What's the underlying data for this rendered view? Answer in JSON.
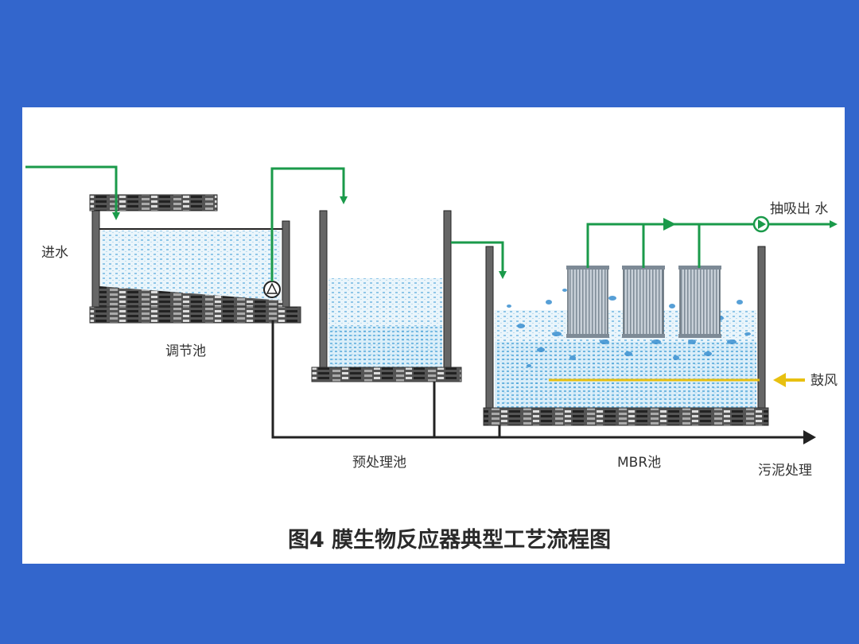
{
  "labels": {
    "inflow": "进水",
    "equalization_tank": "调节池",
    "pretreatment_tank": "预处理池",
    "mbr_tank": "MBR池",
    "suction_outflow": "抽吸出 水",
    "aeration": "鼓风",
    "sludge_treatment": "污泥处理"
  },
  "caption": "图4  膜生物反应器典型工艺流程图",
  "colors": {
    "background": "#3366cc",
    "flow_line": "#1a9a4a",
    "water": "#aad4ee",
    "air_line": "#e8c010",
    "sludge_line": "#222222"
  },
  "icons": {
    "pump": "pump-icon",
    "suction_pump": "suction-pump-icon",
    "membrane": "membrane-module-icon"
  }
}
